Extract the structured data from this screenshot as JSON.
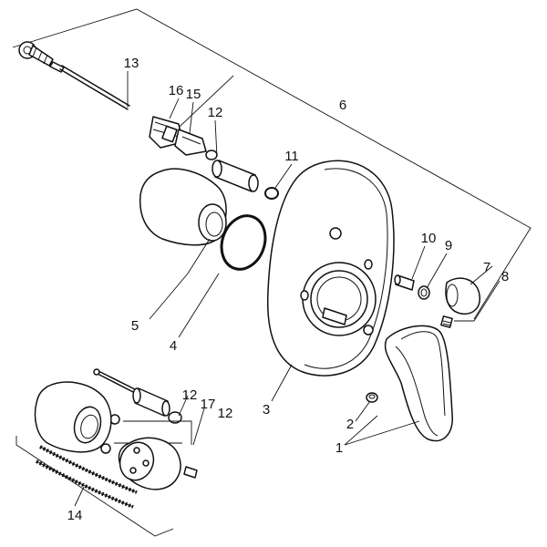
{
  "diagram": {
    "parts": [
      {
        "id": "p1",
        "number": "1"
      },
      {
        "id": "p2",
        "number": "2"
      },
      {
        "id": "p3",
        "number": "3"
      },
      {
        "id": "p4",
        "number": "4"
      },
      {
        "id": "p5",
        "number": "5"
      },
      {
        "id": "p6",
        "number": "6"
      },
      {
        "id": "p7",
        "number": "7"
      },
      {
        "id": "p8",
        "number": "8"
      },
      {
        "id": "p9",
        "number": "9"
      },
      {
        "id": "p10",
        "number": "10"
      },
      {
        "id": "p11",
        "number": "11"
      },
      {
        "id": "p12a",
        "number": "12"
      },
      {
        "id": "p12b",
        "number": "12"
      },
      {
        "id": "p12c",
        "number": "12"
      },
      {
        "id": "p13",
        "number": "13"
      },
      {
        "id": "p14",
        "number": "14"
      },
      {
        "id": "p15",
        "number": "15"
      },
      {
        "id": "p16",
        "number": "16"
      },
      {
        "id": "p17",
        "number": "17"
      }
    ]
  }
}
